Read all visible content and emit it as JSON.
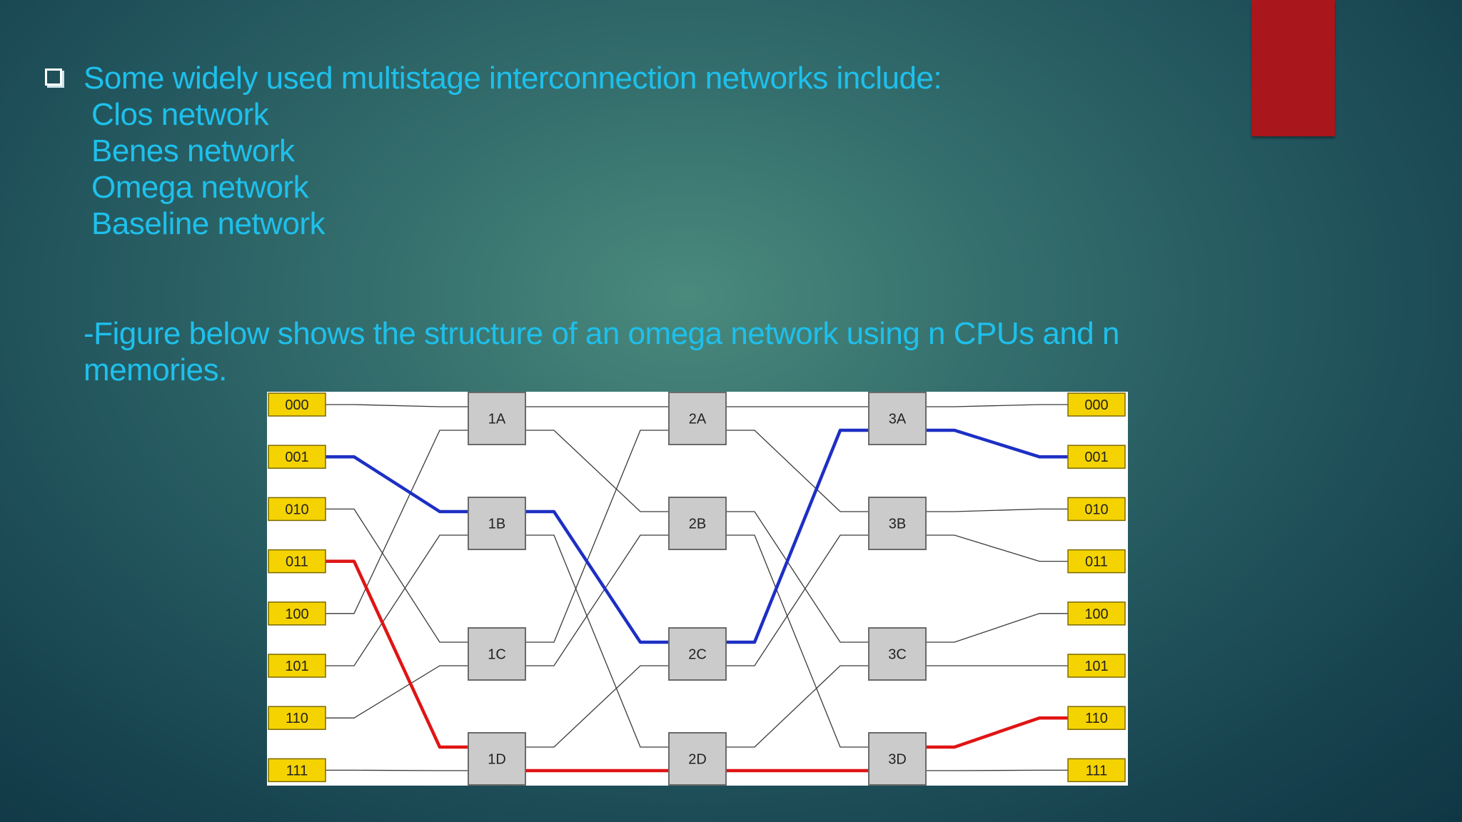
{
  "slide": {
    "accent_color": "#a9161b",
    "text_color": "#1ec0ec",
    "bullet_icon": "checkbox-bullet-icon",
    "heading": "Some widely used multistage interconnection networks include:",
    "networks": [
      "Clos network",
      "Benes network",
      "Omega network",
      "Baseline network"
    ],
    "figure_caption_line1": "-Figure below shows the structure of an omega network using n CPUs and n",
    "figure_caption_line2": "memories."
  },
  "diagram": {
    "inputs": [
      "000",
      "001",
      "010",
      "011",
      "100",
      "101",
      "110",
      "111"
    ],
    "outputs": [
      "000",
      "001",
      "010",
      "011",
      "100",
      "101",
      "110",
      "111"
    ],
    "stages": [
      [
        "1A",
        "1B",
        "1C",
        "1D"
      ],
      [
        "2A",
        "2B",
        "2C",
        "2D"
      ],
      [
        "3A",
        "3B",
        "3C",
        "3D"
      ]
    ],
    "highlighted_paths": [
      {
        "color": "#1d2fc4",
        "from": "001",
        "via": [
          "1B",
          "2C",
          "3A"
        ],
        "to": "001"
      },
      {
        "color": "#e01414",
        "from": "011",
        "via": [
          "1D",
          "2D",
          "3D"
        ],
        "to": "110"
      }
    ]
  }
}
